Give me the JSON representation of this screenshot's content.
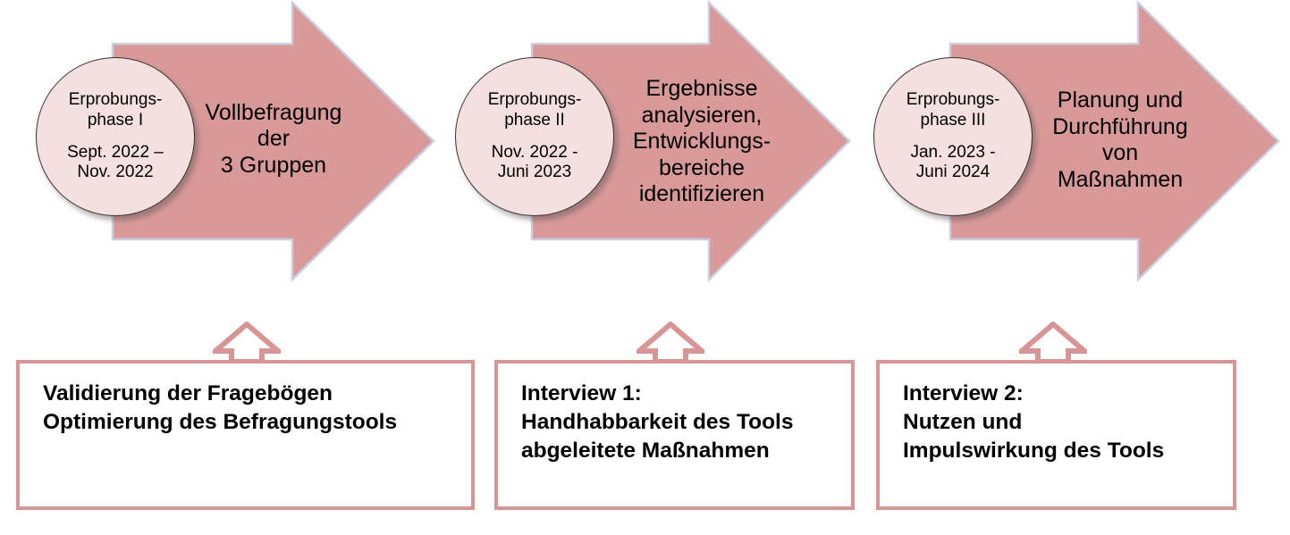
{
  "diagram": {
    "title": "Erprobungsphasen Zeitplan",
    "colors": {
      "arrow_fill": "#d99999",
      "arrow_edge": "#c5cbe0",
      "circle_fill": "#f3e0df",
      "circle_stroke": "#3a3232",
      "box_border": "#d99595",
      "box_fill": "#ffffff",
      "text": "#000000"
    },
    "phases": [
      {
        "circle_name": "Erprobungs-\nphase I",
        "circle_dates": "Sept. 2022 –\nNov. 2022",
        "arrow_label": "Vollbefragung\nder\n3 Gruppen"
      },
      {
        "circle_name": "Erprobungs-\nphase II",
        "circle_dates": "Nov. 2022 -\nJuni 2023",
        "arrow_label": "Ergebnisse\nanalysieren,\nEntwicklungs-\nbereiche\nidentifizieren"
      },
      {
        "circle_name": "Erprobungs-\nphase III",
        "circle_dates": "Jan. 2023 -\nJuni 2024",
        "arrow_label": "Planung und\nDurchführung\nvon\nMaßnahmen"
      }
    ],
    "notes": [
      {
        "text": "Validierung der Fragebögen\nOptimierung des Befragungstools"
      },
      {
        "text": "Interview 1:\nHandhabbarkeit des Tools\nabgeleitete Maßnahmen"
      },
      {
        "text": "Interview 2:\nNutzen und\nImpulswirkung des Tools"
      }
    ]
  }
}
